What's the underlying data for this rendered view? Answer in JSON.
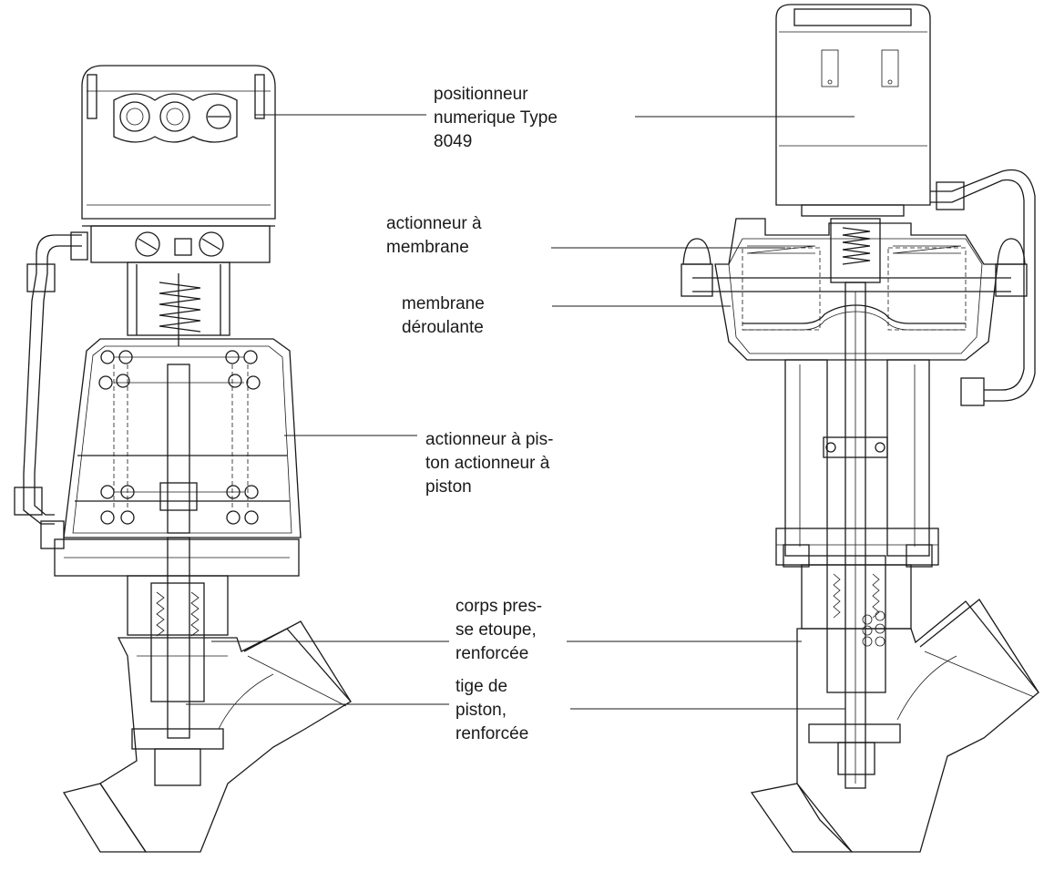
{
  "labels": {
    "positioner": "positionneur\nnumerique Type\n8049",
    "diaphragm_actuator": "actionneur à\nmembrane",
    "rolling_diaphragm": "membrane\ndéroulante",
    "piston_actuator": "actionneur à pis-\nton actionneur à\npiston",
    "gland_body": "corps pres-\nse etoupe,\nrenforcée",
    "piston_rod": "tige de\npiston,\nrenforcée"
  }
}
